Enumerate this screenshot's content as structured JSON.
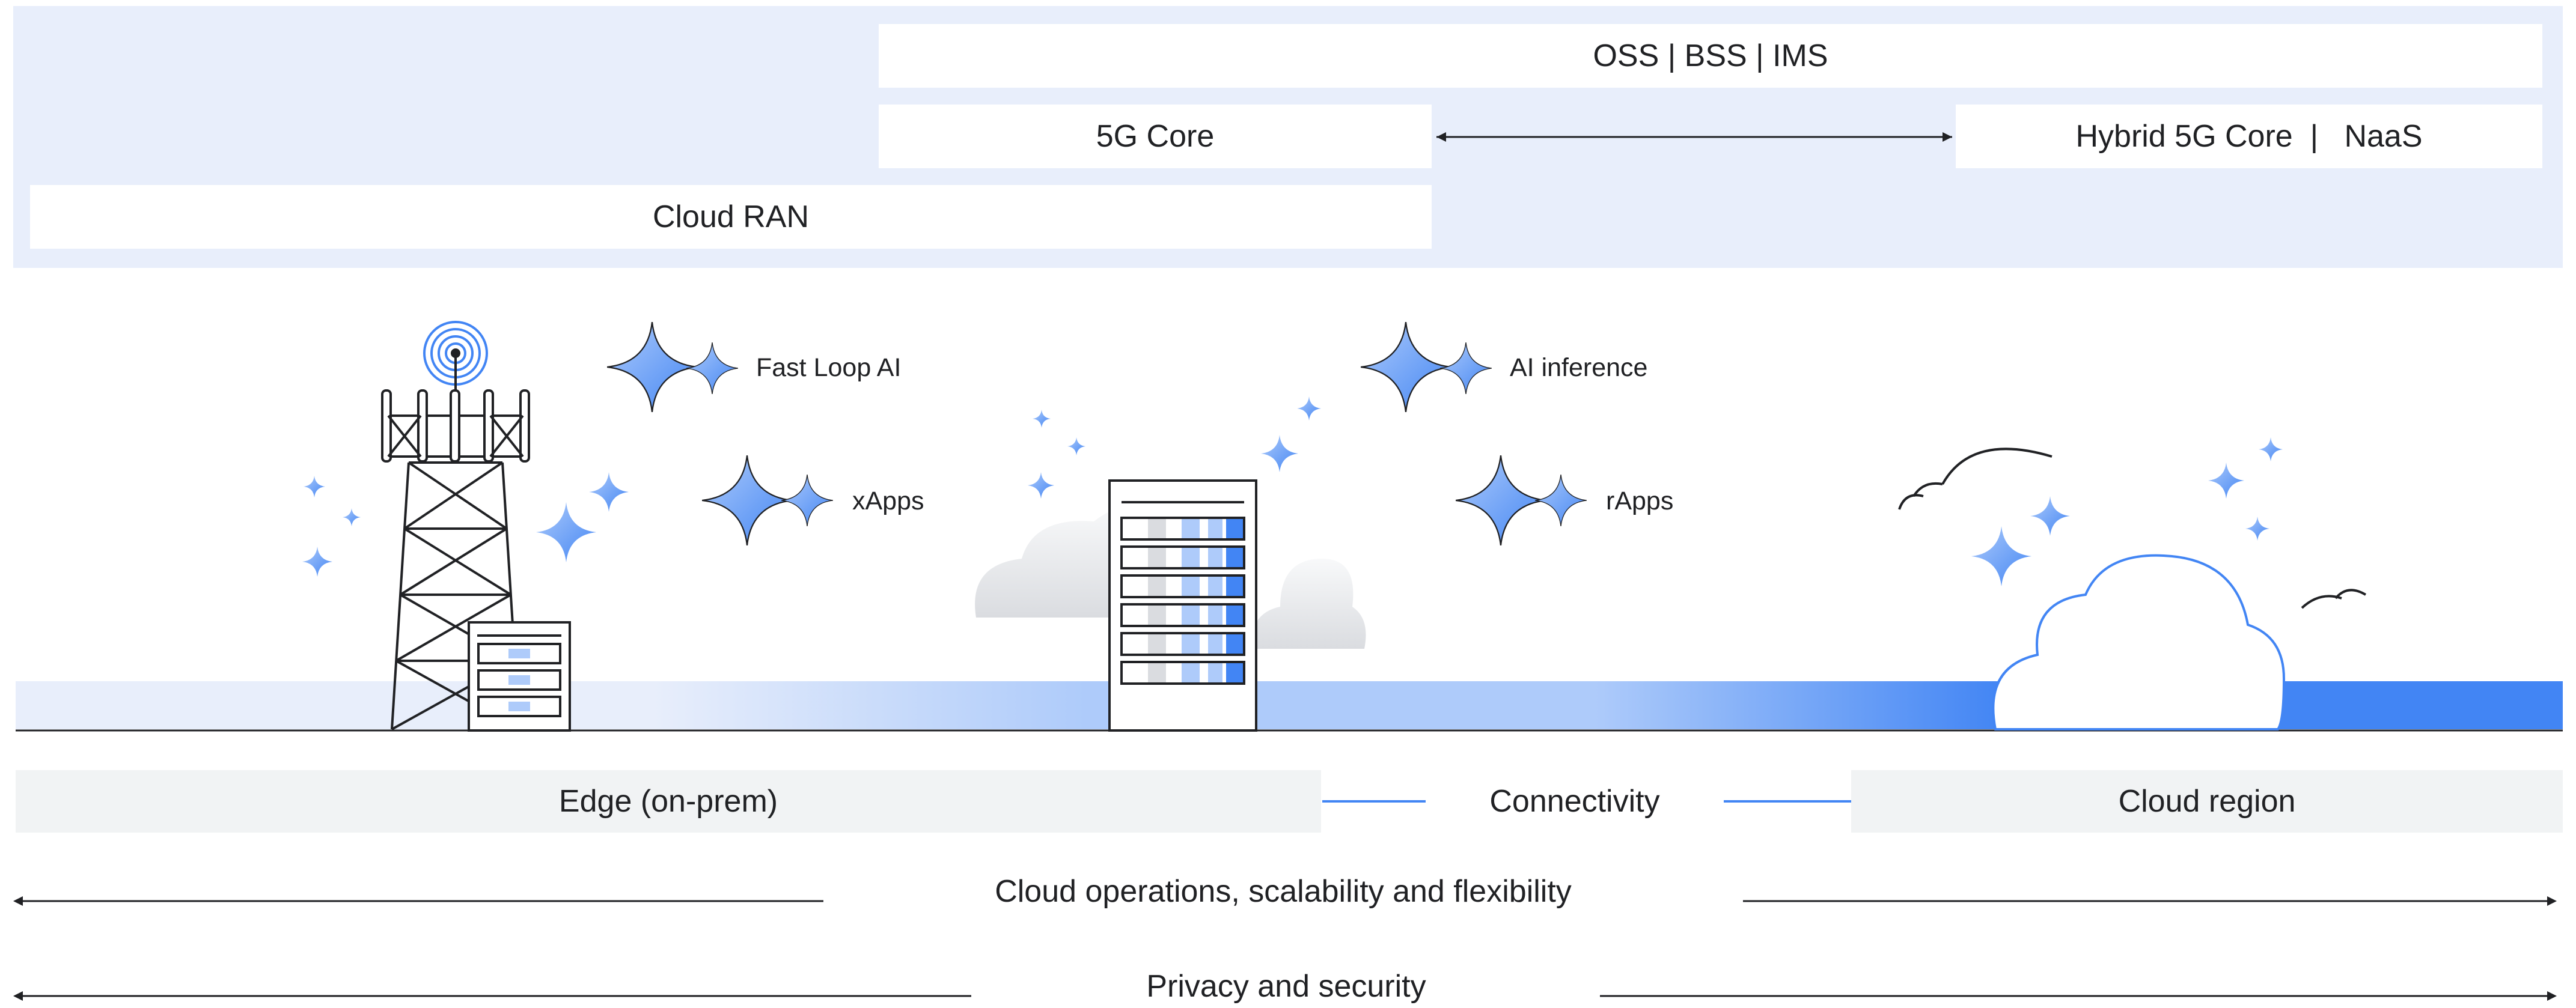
{
  "top": {
    "oss_label": "OSS | BSS | IMS",
    "core_label": "5G Core",
    "hybrid_label": "Hybrid 5G Core  |   NaaS",
    "ran_label": "Cloud RAN"
  },
  "ai": {
    "fast_loop": "Fast Loop AI",
    "xapps": "xApps",
    "inference": "AI inference",
    "rapps": "rApps"
  },
  "locations": {
    "edge": "Edge (on-prem)",
    "connectivity": "Connectivity",
    "cloud": "Cloud region"
  },
  "footer": {
    "operations": "Cloud operations, scalability and flexibility",
    "privacy": "Privacy and security"
  },
  "colors": {
    "band": "#e8eefb",
    "accent": "#4285f4",
    "sparkle_light": "#aecbfa",
    "gray_bar": "#f1f3f4"
  },
  "icons": [
    "cell-tower-icon",
    "edge-server-icon",
    "server-rack-icon",
    "cloud-icon",
    "bird-icon",
    "sparkle-icon"
  ]
}
